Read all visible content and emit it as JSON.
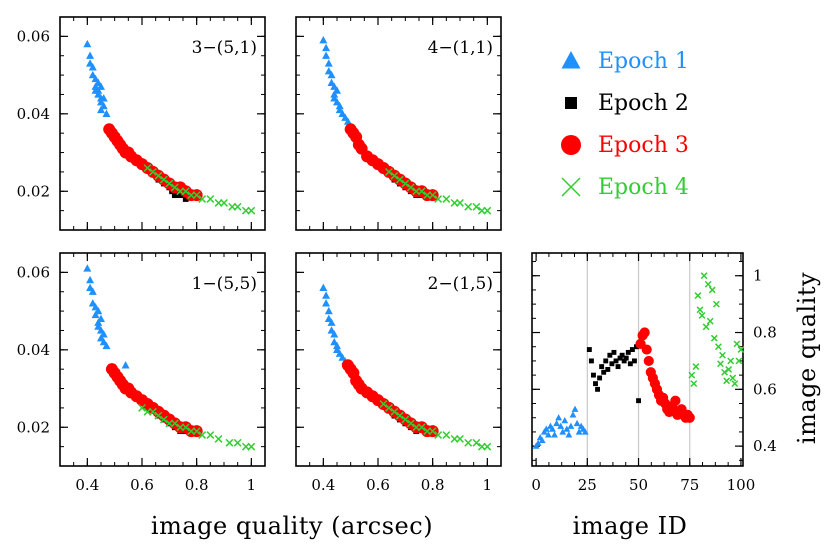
{
  "figure": {
    "xlabel_scatter": "image quality (arcsec)",
    "xlabel_id": "image ID",
    "ylabel_id": "image quality"
  },
  "legend": [
    {
      "label": "Epoch 1",
      "color": "#1e90ff",
      "marker": "triangle"
    },
    {
      "label": "Epoch 2",
      "color": "#000000",
      "marker": "square"
    },
    {
      "label": "Epoch 3",
      "color": "#ff0000",
      "marker": "circle"
    },
    {
      "label": "Epoch 4",
      "color": "#32cd32",
      "marker": "cross"
    }
  ],
  "chart_data": [
    {
      "type": "scatter",
      "title": "3−(5,1)",
      "xlim": [
        0.3,
        1.05
      ],
      "ylim": [
        0.01,
        0.065
      ],
      "xticks": [
        0.4,
        0.6,
        0.8,
        1
      ],
      "yticks": [
        "0.02",
        "0.04",
        "0.06"
      ],
      "xticklabels_shown": false,
      "series": [
        {
          "name": "Epoch 1",
          "x": [
            0.4,
            0.41,
            0.41,
            0.42,
            0.42,
            0.43,
            0.43,
            0.43,
            0.44,
            0.44,
            0.44,
            0.45,
            0.45,
            0.45,
            0.45,
            0.46,
            0.46,
            0.47
          ],
          "y": [
            0.058,
            0.055,
            0.053,
            0.052,
            0.05,
            0.049,
            0.047,
            0.046,
            0.048,
            0.046,
            0.045,
            0.047,
            0.044,
            0.043,
            0.041,
            0.044,
            0.042,
            0.04
          ]
        },
        {
          "name": "Epoch 2",
          "x": [
            0.62,
            0.64,
            0.66,
            0.68,
            0.7,
            0.71,
            0.72,
            0.74,
            0.76
          ],
          "y": [
            0.026,
            0.025,
            0.023,
            0.022,
            0.021,
            0.02,
            0.019,
            0.019,
            0.018
          ]
        },
        {
          "name": "Epoch 3",
          "x": [
            0.48,
            0.49,
            0.5,
            0.51,
            0.52,
            0.53,
            0.54,
            0.55,
            0.56,
            0.58,
            0.6,
            0.62,
            0.64,
            0.66,
            0.68,
            0.7,
            0.72,
            0.74,
            0.76,
            0.78,
            0.8
          ],
          "y": [
            0.036,
            0.035,
            0.034,
            0.033,
            0.032,
            0.031,
            0.03,
            0.03,
            0.029,
            0.028,
            0.027,
            0.026,
            0.025,
            0.024,
            0.023,
            0.022,
            0.021,
            0.021,
            0.02,
            0.019,
            0.019
          ]
        },
        {
          "name": "Epoch 4",
          "x": [
            0.62,
            0.64,
            0.66,
            0.68,
            0.7,
            0.72,
            0.74,
            0.76,
            0.78,
            0.8,
            0.82,
            0.85,
            0.88,
            0.9,
            0.93,
            0.95,
            0.98,
            1.0
          ],
          "y": [
            0.026,
            0.025,
            0.024,
            0.023,
            0.022,
            0.021,
            0.02,
            0.02,
            0.019,
            0.019,
            0.018,
            0.018,
            0.017,
            0.017,
            0.016,
            0.016,
            0.015,
            0.015
          ]
        }
      ]
    },
    {
      "type": "scatter",
      "title": "4−(1,1)",
      "xlim": [
        0.3,
        1.05
      ],
      "ylim": [
        0.01,
        0.065
      ],
      "xticks": [
        0.4,
        0.6,
        0.8,
        1
      ],
      "yticks": [],
      "xticklabels_shown": false,
      "series": [
        {
          "name": "Epoch 1",
          "x": [
            0.4,
            0.41,
            0.41,
            0.42,
            0.42,
            0.43,
            0.43,
            0.44,
            0.44,
            0.44,
            0.45,
            0.45,
            0.46,
            0.46,
            0.47,
            0.48,
            0.49
          ],
          "y": [
            0.059,
            0.057,
            0.055,
            0.053,
            0.051,
            0.05,
            0.048,
            0.047,
            0.045,
            0.044,
            0.046,
            0.043,
            0.042,
            0.041,
            0.04,
            0.039,
            0.038
          ]
        },
        {
          "name": "Epoch 2",
          "x": [
            0.64,
            0.66,
            0.68,
            0.7,
            0.72,
            0.74,
            0.76
          ],
          "y": [
            0.025,
            0.023,
            0.022,
            0.021,
            0.02,
            0.019,
            0.019
          ]
        },
        {
          "name": "Epoch 3",
          "x": [
            0.5,
            0.51,
            0.52,
            0.53,
            0.54,
            0.56,
            0.58,
            0.6,
            0.62,
            0.64,
            0.66,
            0.68,
            0.7,
            0.72,
            0.74,
            0.76,
            0.78,
            0.8
          ],
          "y": [
            0.036,
            0.035,
            0.034,
            0.032,
            0.031,
            0.029,
            0.028,
            0.027,
            0.026,
            0.025,
            0.024,
            0.023,
            0.022,
            0.021,
            0.02,
            0.02,
            0.019,
            0.019
          ]
        },
        {
          "name": "Epoch 4",
          "x": [
            0.64,
            0.66,
            0.68,
            0.7,
            0.72,
            0.74,
            0.76,
            0.78,
            0.8,
            0.82,
            0.85,
            0.88,
            0.9,
            0.93,
            0.96,
            0.98,
            1.0
          ],
          "y": [
            0.025,
            0.024,
            0.023,
            0.022,
            0.021,
            0.02,
            0.02,
            0.019,
            0.019,
            0.018,
            0.018,
            0.017,
            0.017,
            0.016,
            0.016,
            0.015,
            0.015
          ]
        }
      ]
    },
    {
      "type": "scatter",
      "title": "1−(5,5)",
      "xlim": [
        0.3,
        1.05
      ],
      "ylim": [
        0.01,
        0.065
      ],
      "xticks": [
        "0.4",
        "0.6",
        "0.8",
        "1"
      ],
      "yticks": [
        "0.02",
        "0.04",
        "0.06"
      ],
      "xticklabels_shown": true,
      "series": [
        {
          "name": "Epoch 1",
          "x": [
            0.4,
            0.41,
            0.41,
            0.42,
            0.42,
            0.43,
            0.43,
            0.44,
            0.44,
            0.44,
            0.45,
            0.45,
            0.45,
            0.46,
            0.46,
            0.47,
            0.54
          ],
          "y": [
            0.061,
            0.058,
            0.056,
            0.055,
            0.052,
            0.051,
            0.049,
            0.05,
            0.047,
            0.046,
            0.048,
            0.045,
            0.043,
            0.044,
            0.042,
            0.041,
            0.036
          ]
        },
        {
          "name": "Epoch 2",
          "x": [
            0.58,
            0.62,
            0.66,
            0.68,
            0.7,
            0.72,
            0.74,
            0.76
          ],
          "y": [
            0.028,
            0.025,
            0.023,
            0.022,
            0.021,
            0.02,
            0.019,
            0.019
          ]
        },
        {
          "name": "Epoch 3",
          "x": [
            0.49,
            0.5,
            0.51,
            0.52,
            0.53,
            0.54,
            0.55,
            0.56,
            0.58,
            0.6,
            0.62,
            0.64,
            0.66,
            0.68,
            0.7,
            0.72,
            0.74,
            0.76,
            0.78,
            0.8
          ],
          "y": [
            0.035,
            0.034,
            0.033,
            0.032,
            0.031,
            0.03,
            0.03,
            0.029,
            0.028,
            0.027,
            0.026,
            0.025,
            0.024,
            0.023,
            0.022,
            0.021,
            0.02,
            0.02,
            0.019,
            0.019
          ]
        },
        {
          "name": "Epoch 4",
          "x": [
            0.6,
            0.62,
            0.64,
            0.66,
            0.68,
            0.7,
            0.72,
            0.74,
            0.76,
            0.78,
            0.8,
            0.82,
            0.85,
            0.88,
            0.92,
            0.95,
            0.98,
            1.0
          ],
          "y": [
            0.025,
            0.024,
            0.024,
            0.023,
            0.022,
            0.021,
            0.021,
            0.02,
            0.02,
            0.019,
            0.019,
            0.018,
            0.018,
            0.017,
            0.016,
            0.016,
            0.015,
            0.015
          ]
        }
      ]
    },
    {
      "type": "scatter",
      "title": "2−(1,5)",
      "xlim": [
        0.3,
        1.05
      ],
      "ylim": [
        0.01,
        0.065
      ],
      "xticks": [
        "0.4",
        "0.6",
        "0.8",
        "1"
      ],
      "yticks": [],
      "xticklabels_shown": true,
      "series": [
        {
          "name": "Epoch 1",
          "x": [
            0.4,
            0.41,
            0.41,
            0.42,
            0.42,
            0.43,
            0.43,
            0.44,
            0.44,
            0.45,
            0.45,
            0.46,
            0.47,
            0.48
          ],
          "y": [
            0.056,
            0.054,
            0.052,
            0.05,
            0.048,
            0.047,
            0.045,
            0.044,
            0.042,
            0.041,
            0.04,
            0.039,
            0.038,
            0.037
          ]
        },
        {
          "name": "Epoch 2",
          "x": [
            0.62,
            0.64,
            0.66,
            0.68,
            0.7,
            0.72,
            0.74
          ],
          "y": [
            0.026,
            0.025,
            0.023,
            0.022,
            0.021,
            0.02,
            0.019
          ]
        },
        {
          "name": "Epoch 3",
          "x": [
            0.49,
            0.5,
            0.51,
            0.52,
            0.53,
            0.54,
            0.56,
            0.58,
            0.6,
            0.62,
            0.64,
            0.66,
            0.68,
            0.7,
            0.72,
            0.74,
            0.76,
            0.78,
            0.8
          ],
          "y": [
            0.036,
            0.035,
            0.034,
            0.032,
            0.031,
            0.03,
            0.029,
            0.028,
            0.027,
            0.026,
            0.025,
            0.024,
            0.023,
            0.022,
            0.021,
            0.02,
            0.02,
            0.019,
            0.019
          ]
        },
        {
          "name": "Epoch 4",
          "x": [
            0.62,
            0.64,
            0.66,
            0.68,
            0.7,
            0.72,
            0.74,
            0.76,
            0.78,
            0.8,
            0.82,
            0.85,
            0.88,
            0.9,
            0.93,
            0.96,
            0.98,
            1.0
          ],
          "y": [
            0.026,
            0.025,
            0.024,
            0.023,
            0.022,
            0.021,
            0.02,
            0.02,
            0.019,
            0.019,
            0.018,
            0.018,
            0.017,
            0.017,
            0.016,
            0.016,
            0.015,
            0.015
          ]
        }
      ]
    },
    {
      "type": "scatter",
      "title": "",
      "xlabel": "image ID",
      "ylabel": "image quality",
      "xlim": [
        -2,
        101
      ],
      "ylim": [
        0.33,
        1.08
      ],
      "xticks": [
        "0",
        "25",
        "50",
        "75",
        "100"
      ],
      "yticks": [
        "0.4",
        "0.6",
        "0.8",
        "1"
      ],
      "vlines": [
        25,
        50,
        75
      ],
      "series": [
        {
          "name": "Epoch 1",
          "x": [
            0,
            1,
            2,
            3,
            4,
            5,
            6,
            7,
            8,
            9,
            10,
            11,
            12,
            13,
            14,
            15,
            16,
            17,
            18,
            19,
            20,
            21,
            22,
            23,
            24
          ],
          "y": [
            0.4,
            0.41,
            0.43,
            0.42,
            0.45,
            0.46,
            0.44,
            0.47,
            0.46,
            0.44,
            0.48,
            0.5,
            0.47,
            0.45,
            0.49,
            0.46,
            0.44,
            0.47,
            0.51,
            0.53,
            0.48,
            0.45,
            0.47,
            0.46,
            0.45
          ]
        },
        {
          "name": "Epoch 2",
          "x": [
            26,
            27,
            28,
            29,
            30,
            31,
            32,
            33,
            34,
            35,
            36,
            37,
            38,
            39,
            40,
            41,
            42,
            43,
            44,
            45,
            46,
            47,
            48,
            49,
            50
          ],
          "y": [
            0.74,
            0.7,
            0.65,
            0.62,
            0.6,
            0.64,
            0.68,
            0.66,
            0.7,
            0.67,
            0.72,
            0.69,
            0.73,
            0.7,
            0.68,
            0.71,
            0.72,
            0.7,
            0.71,
            0.73,
            0.69,
            0.74,
            0.7,
            0.75,
            0.56
          ]
        },
        {
          "name": "Epoch 3",
          "x": [
            51,
            52,
            53,
            54,
            55,
            56,
            57,
            58,
            59,
            60,
            61,
            62,
            63,
            64,
            65,
            66,
            67,
            68,
            69,
            70,
            71,
            72,
            73,
            74,
            75
          ],
          "y": [
            0.76,
            0.79,
            0.8,
            0.74,
            0.7,
            0.66,
            0.64,
            0.62,
            0.6,
            0.58,
            0.56,
            0.57,
            0.55,
            0.53,
            0.52,
            0.54,
            0.53,
            0.56,
            0.51,
            0.52,
            0.53,
            0.51,
            0.5,
            0.51,
            0.5
          ]
        },
        {
          "name": "Epoch 4",
          "x": [
            76,
            77,
            78,
            79,
            80,
            81,
            82,
            83,
            84,
            85,
            86,
            87,
            88,
            89,
            90,
            91,
            92,
            93,
            94,
            95,
            96,
            97,
            98,
            99,
            100
          ],
          "y": [
            0.65,
            0.62,
            0.68,
            0.93,
            0.88,
            0.86,
            1.0,
            0.82,
            0.97,
            0.84,
            0.95,
            0.78,
            0.9,
            0.75,
            0.69,
            0.72,
            0.66,
            0.63,
            0.67,
            0.7,
            0.64,
            0.62,
            0.76,
            0.7,
            0.74
          ]
        }
      ]
    }
  ]
}
